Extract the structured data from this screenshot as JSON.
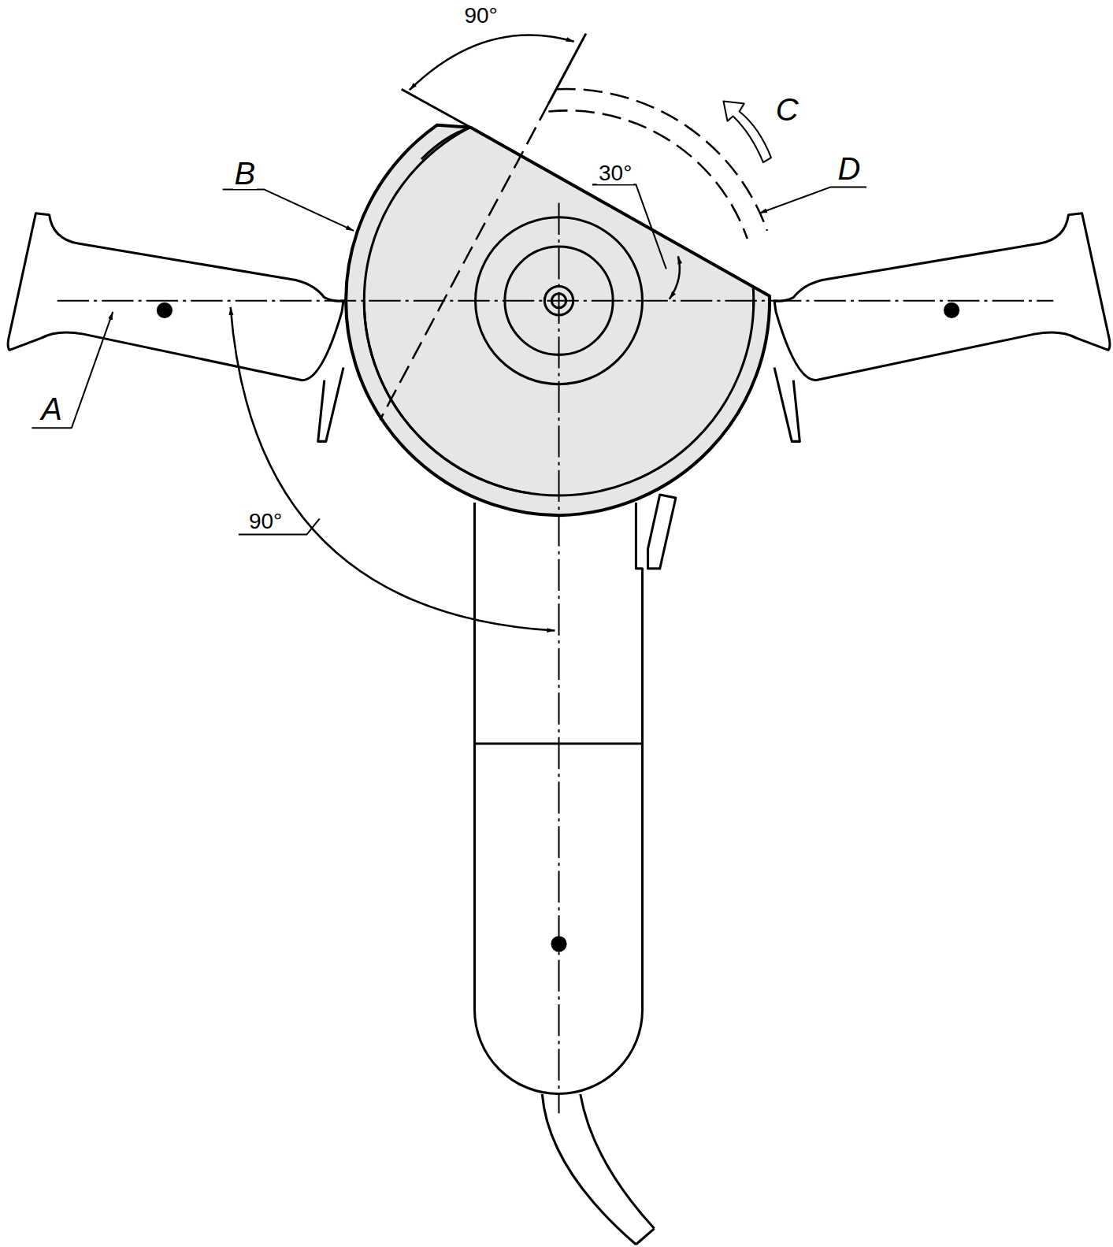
{
  "diagram": {
    "labels": [
      "90°",
      "C",
      "B",
      "30°",
      "D",
      "A",
      "90°"
    ]
  }
}
